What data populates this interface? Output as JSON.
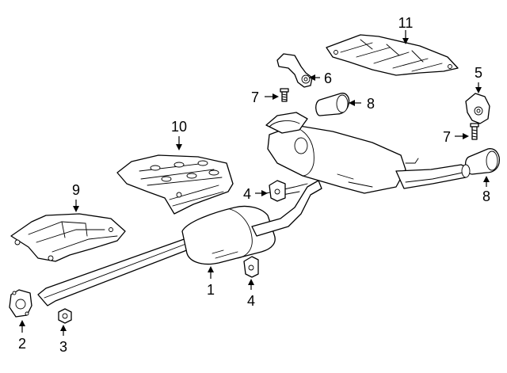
{
  "callouts": [
    {
      "id": "1a",
      "number": "1"
    },
    {
      "id": "2a",
      "number": "2"
    },
    {
      "id": "3a",
      "number": "3"
    },
    {
      "id": "4a",
      "number": "4"
    },
    {
      "id": "4b",
      "number": "4"
    },
    {
      "id": "5a",
      "number": "5"
    },
    {
      "id": "6a",
      "number": "6"
    },
    {
      "id": "7a",
      "number": "7"
    },
    {
      "id": "7b",
      "number": "7"
    },
    {
      "id": "8a",
      "number": "8"
    },
    {
      "id": "8b",
      "number": "8"
    },
    {
      "id": "9a",
      "number": "9"
    },
    {
      "id": "10a",
      "number": "10"
    },
    {
      "id": "11a",
      "number": "11"
    }
  ]
}
